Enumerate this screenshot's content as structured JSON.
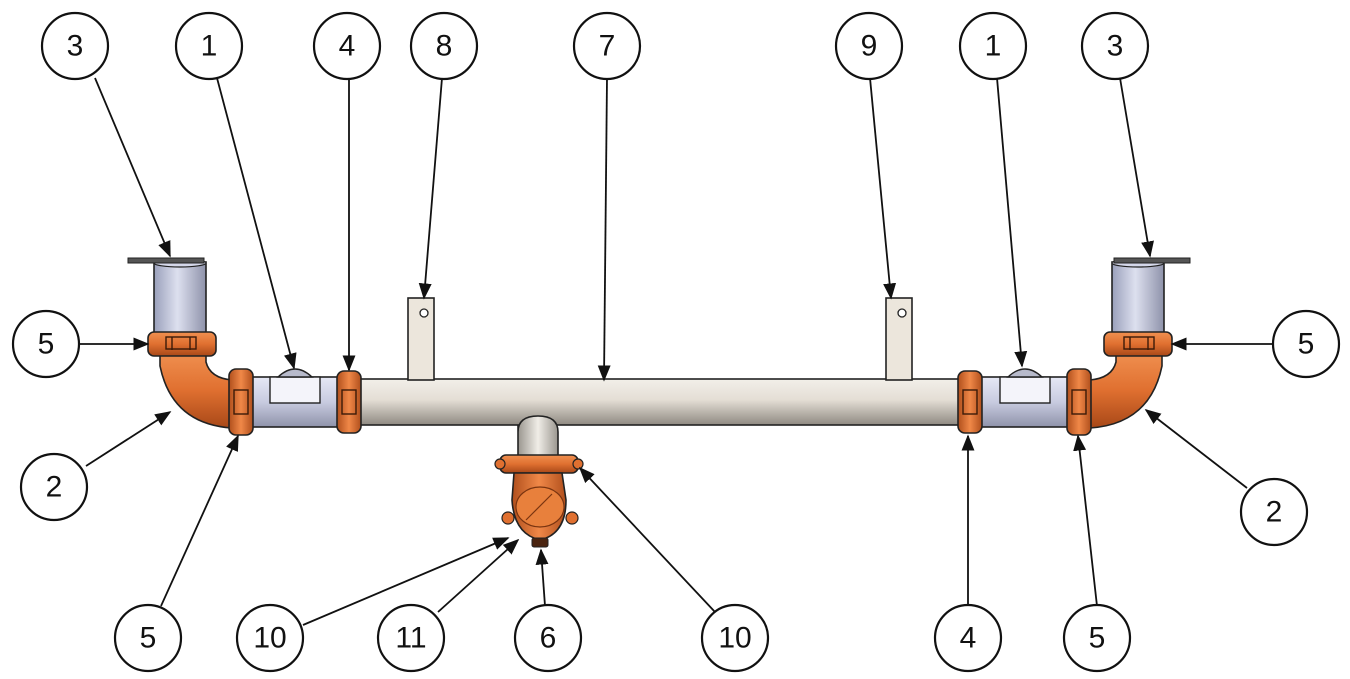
{
  "colors": {
    "copper": "#e07030",
    "copper_dark": "#9a3f12",
    "pipe": "#d8d2c8",
    "sleeve": "#c8cbe0",
    "bracket": "#ece6dc"
  },
  "callouts": [
    {
      "id": "c-3-left",
      "label": "3"
    },
    {
      "id": "c-1-left",
      "label": "1"
    },
    {
      "id": "c-4-top",
      "label": "4"
    },
    {
      "id": "c-8",
      "label": "8"
    },
    {
      "id": "c-7",
      "label": "7"
    },
    {
      "id": "c-9",
      "label": "9"
    },
    {
      "id": "c-1-right",
      "label": "1"
    },
    {
      "id": "c-3-right",
      "label": "3"
    },
    {
      "id": "c-5-left",
      "label": "5"
    },
    {
      "id": "c-5-right",
      "label": "5"
    },
    {
      "id": "c-2-left",
      "label": "2"
    },
    {
      "id": "c-2-right",
      "label": "2"
    },
    {
      "id": "c-5-bottom-left",
      "label": "5"
    },
    {
      "id": "c-10-left",
      "label": "10"
    },
    {
      "id": "c-11",
      "label": "11"
    },
    {
      "id": "c-6",
      "label": "6"
    },
    {
      "id": "c-10-right",
      "label": "10"
    },
    {
      "id": "c-4-bottom",
      "label": "4"
    },
    {
      "id": "c-5-bottom-right",
      "label": "5"
    }
  ]
}
